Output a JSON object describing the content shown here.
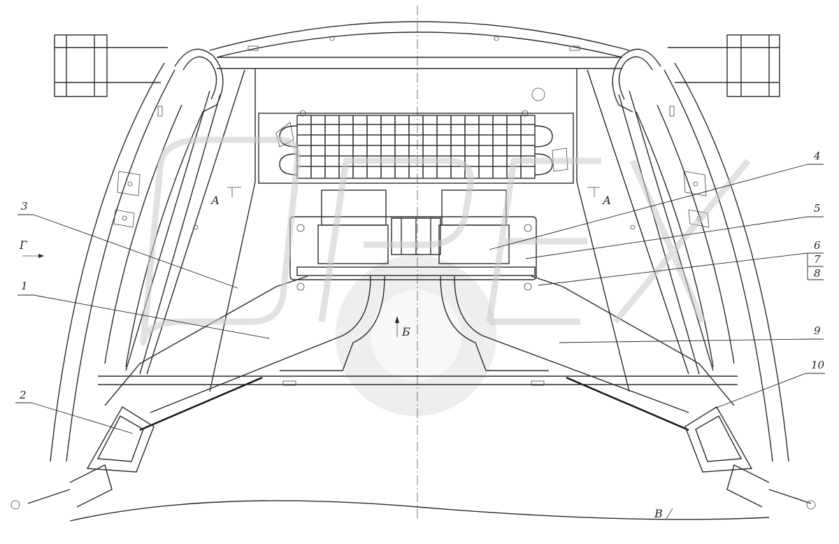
{
  "drawing": {
    "part_numbers": [
      "1",
      "2",
      "3",
      "4",
      "5",
      "6",
      "7",
      "8",
      "9",
      "10"
    ],
    "view_letters": {
      "section_a_left": "А",
      "section_a_right": "А",
      "view_b": "Б",
      "view_v": "В",
      "view_g": "Г"
    },
    "watermark_text": "ОРЕХ",
    "colors": {
      "line": "#2a2a2a",
      "watermark": "#c9c9c9",
      "background": "#ffffff"
    }
  }
}
